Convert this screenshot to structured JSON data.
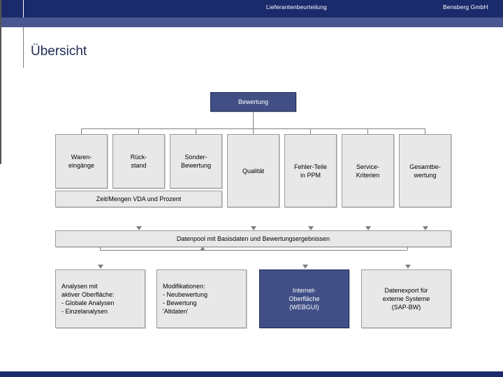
{
  "header": {
    "doc_title": "Lieferantenbeurteilung",
    "company": "Bensberg GmbH"
  },
  "title": "Übersicht",
  "theme": {
    "band_dark": "#1b2a6b",
    "band_light": "#49568f",
    "node_blue": "#414f86",
    "node_grey": "#e8e8e8",
    "node_border": "#9a9a9a",
    "connector": "#808080",
    "title_color": "#1f2a52"
  },
  "diagram": {
    "root": {
      "label": "Bewertung",
      "style": "blue"
    },
    "criteria_row": [
      {
        "label": "Waren-\neingänge",
        "style": "grey",
        "short": true
      },
      {
        "label": "Rück-\nstand",
        "style": "grey",
        "short": true
      },
      {
        "label": "Sonder-\nBewertung",
        "style": "grey",
        "short": true
      },
      {
        "label": "Qualität",
        "style": "grey",
        "short": false
      },
      {
        "label": "Fehler-Teile\nin PPM",
        "style": "grey",
        "short": false
      },
      {
        "label": "Service-\nKriterien",
        "style": "grey",
        "short": false
      },
      {
        "label": "Gesamtbe-\nwertung",
        "style": "grey",
        "short": false
      }
    ],
    "span_bar": {
      "label": "Zeit/Mengen VDA und Prozent",
      "style": "grey"
    },
    "datapool": {
      "label": "Datenpool mit Basisdaten und Bewertungsergebnissen",
      "style": "grey"
    },
    "outputs_row": [
      {
        "label": "Analysen mit\naktiver Oberfläche:\n- Globale Analysen\n- Einzelanalysen",
        "style": "grey",
        "align": "left",
        "flow": "down"
      },
      {
        "label": "Modifikationen:\n- Neubewertung\n- Bewertung\n  'Altdaten'",
        "style": "grey",
        "align": "left",
        "flow": "up"
      },
      {
        "label": "Internet-\nOberfläche\n(WEBGUI)",
        "style": "blue",
        "align": "center",
        "flow": "down"
      },
      {
        "label": "Datenexport für\nexterne Systeme\n(SAP-BW)",
        "style": "grey",
        "align": "center",
        "flow": "down"
      }
    ]
  }
}
